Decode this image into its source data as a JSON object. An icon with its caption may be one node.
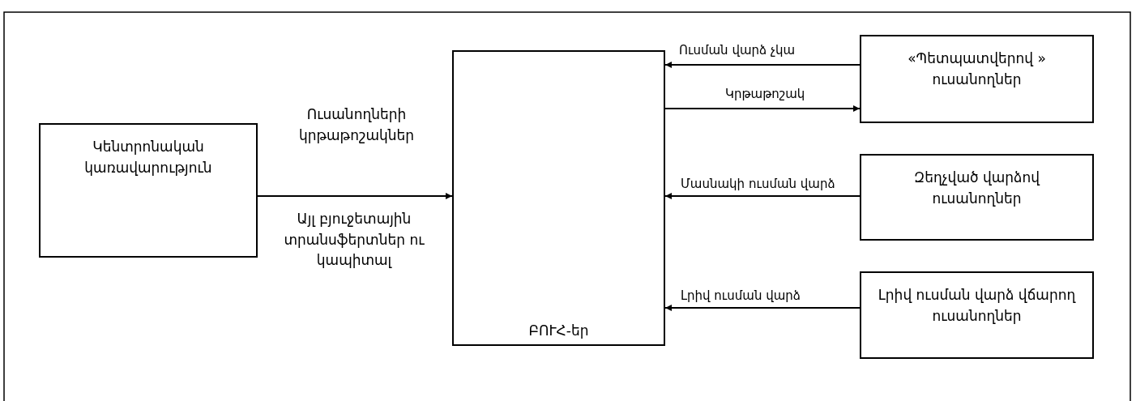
{
  "diagram": {
    "nodes": [
      {
        "text": [
          "Կենտրոնական կառավարություն"
        ]
      },
      {
        "text": [
          "ԲՈՒՀ-եր"
        ]
      },
      {
        "text": [
          "«Պետպատվերով » ուսանողներ"
        ]
      },
      {
        "text": [
          "Զեղչված վարձով ուսանողներ"
        ]
      },
      {
        "text": [
          "Լրիվ ուսման վարձ վճարող ուսանողներ"
        ]
      }
    ],
    "edges": [
      {
        "from": 0,
        "to": 1,
        "arrow": "to",
        "label": "Ուսանողների կրթաթոշակներ"
      },
      {
        "from": 2,
        "to": 1,
        "arrow": "to",
        "label": "Ուսման վարձ չկա"
      },
      {
        "from": 1,
        "to": 2,
        "arrow": "to",
        "label": "Կրթաթոշակ"
      },
      {
        "from": 3,
        "to": 1,
        "arrow": "to",
        "label": "Մասնակի ուսման վարձ"
      },
      {
        "from": 4,
        "to": 1,
        "arrow": "to",
        "label": "Լրիվ ուսման վարձ"
      }
    ],
    "labels": [
      "Այլ բյուջետային տրանսֆերտներ ու կապիտալ"
    ]
  }
}
